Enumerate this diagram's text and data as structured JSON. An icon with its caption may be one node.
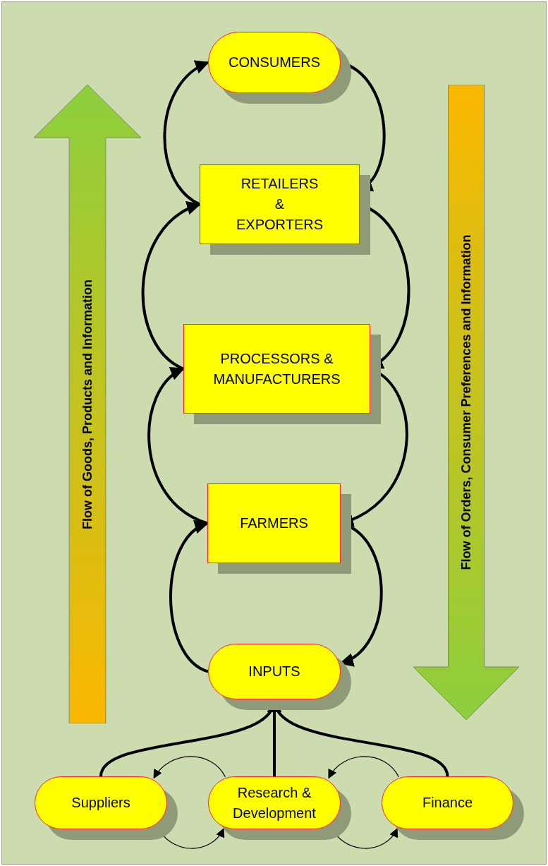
{
  "diagram": {
    "nodes": [
      {
        "text": [
          "CONSUMERS"
        ]
      },
      {
        "text": [
          "RETAILERS & EXPORTERS"
        ]
      },
      {
        "text": [
          "PROCESSORS & MANUFACTURERS"
        ]
      },
      {
        "text": [
          "FARMERS"
        ]
      },
      {
        "text": [
          "INPUTS"
        ]
      },
      {
        "text": [
          "Suppliers"
        ]
      },
      {
        "text": [
          "Research & Development"
        ]
      },
      {
        "text": [
          "Finance"
        ]
      },
      {
        "text": [
          "Flow of Goods, Products and Information"
        ]
      },
      {
        "text": [
          "Flow of Orders, Consumer Preferences and Information"
        ]
      }
    ],
    "edges": [
      {
        "from": 4,
        "to": 3,
        "arrow": "to"
      },
      {
        "from": 3,
        "to": 2,
        "arrow": "to"
      },
      {
        "from": 2,
        "to": 1,
        "arrow": "to"
      },
      {
        "from": 1,
        "to": 0,
        "arrow": "to"
      },
      {
        "from": 0,
        "to": 1,
        "arrow": "to"
      },
      {
        "from": 1,
        "to": 2,
        "arrow": "to"
      },
      {
        "from": 2,
        "to": 3,
        "arrow": "to"
      },
      {
        "from": 3,
        "to": 4,
        "arrow": "to"
      },
      {
        "from": 5,
        "to": 4,
        "arrow": "to"
      },
      {
        "from": 6,
        "to": 4,
        "arrow": "to"
      },
      {
        "from": 7,
        "to": 4,
        "arrow": "to"
      },
      {
        "from": 6,
        "to": 5,
        "arrow": "to"
      },
      {
        "from": 5,
        "to": 6,
        "arrow": "to"
      },
      {
        "from": 7,
        "to": 6,
        "arrow": "to"
      },
      {
        "from": 6,
        "to": 7,
        "arrow": "to"
      }
    ]
  }
}
